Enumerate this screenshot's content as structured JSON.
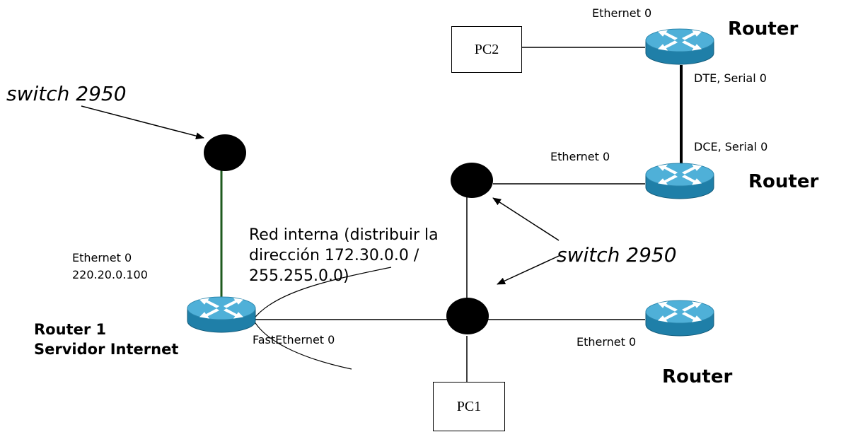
{
  "devices": {
    "pc2": "PC2",
    "pc1": "PC1",
    "router_top_title": "Router",
    "router_mid_title": "Router",
    "router_bottom_title": "Router",
    "router1_title_line1": "Router 1",
    "router1_title_line2": "Servidor Internet"
  },
  "labels": {
    "ethernet0_top": "Ethernet 0",
    "dte_serial0": "DTE, Serial 0",
    "dce_serial0": "DCE, Serial 0",
    "ethernet0_mid": "Ethernet  0",
    "ethernet0_bottom": "Ethernet 0",
    "router1_eth_line1": "Ethernet 0",
    "router1_eth_line2": "220.20.0.100",
    "fastethernet0": "FastEthernet 0",
    "switch_top": "switch  2950",
    "switch_mid": "switch  2950"
  },
  "note": {
    "line1": "Red interna (distribuir la",
    "line2": "dirección 172.30.0.0 /",
    "line3": "255.255.0.0)"
  },
  "colors": {
    "router_body": "#2a8fb8",
    "router_top": "#5bb8dd",
    "switch_to_router1_link": "#1e5a1e"
  }
}
